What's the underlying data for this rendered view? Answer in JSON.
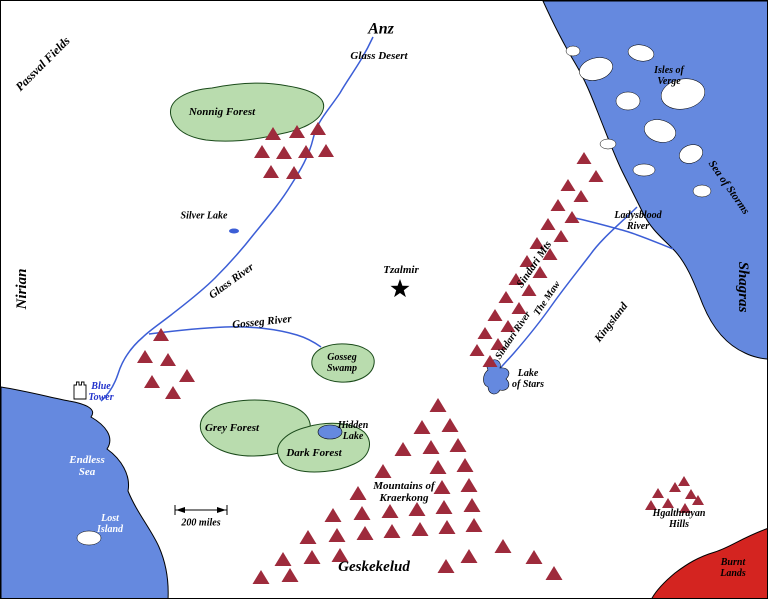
{
  "colors": {
    "sea": "#6589df",
    "forest": "#b9dcae",
    "burnt": "#d42420",
    "river": "#3c5ed6",
    "mountain": "#9e2b3c"
  },
  "labels": {
    "passval_fields": "Passval Fields",
    "nirian": "Nirian",
    "anz": "Anz",
    "glass_desert": "Glass Desert",
    "nonnig_forest": "Nonnig Forest",
    "silver_lake": "Silver Lake",
    "glass_river": "Glass River",
    "gosseg_river": "Gosseg  River",
    "tzalmir": "Tzalmir",
    "gosseg_swamp_1": "Gosseg",
    "gosseg_swamp_2": "Swamp",
    "grey_forest": "Grey Forest",
    "dark_forest": "Dark Forest",
    "hidden_lake_1": "Hidden",
    "hidden_lake_2": "Lake",
    "blue_tower_1": "Blue",
    "blue_tower_2": "Tower",
    "endless_sea_1": "Endless",
    "endless_sea_2": "Sea",
    "lost_island_1": "Lost",
    "lost_island_2": "Island",
    "sea_of_storms": "Sea of Storms",
    "isles_of_verge_1": "Isles of",
    "isles_of_verge_2": "Verge",
    "shagras": "Shagras",
    "ladysblood_river_1": "Ladysblood",
    "ladysblood_river_2": "River",
    "sindari_mts": "Sindari Mts",
    "the_maw": "The Maw",
    "sindari_river": "Sindari  River",
    "kingsland": "Kingsland",
    "lake_of_stars_1": "Lake",
    "lake_of_stars_2": "of Stars",
    "mountains_of_kraerkong_1": "Mountains of",
    "mountains_of_kraerkong_2": "Kraerkong",
    "geskekelud": "Geskekelud",
    "scale": "200 miles",
    "hgalthrayan_hills_1": "Hgalthrayan",
    "hgalthrayan_hills_2": "Hills",
    "burnt_lands_1": "Burnt",
    "burnt_lands_2": "Lands"
  },
  "mountains": {
    "clusters": [
      {
        "name": "nonnig-range",
        "size": 16,
        "points": [
          [
            272,
            139
          ],
          [
            296,
            137
          ],
          [
            317,
            134
          ],
          [
            261,
            157
          ],
          [
            283,
            158
          ],
          [
            305,
            157
          ],
          [
            325,
            156
          ],
          [
            270,
            177
          ],
          [
            293,
            178
          ]
        ]
      },
      {
        "name": "west-range",
        "size": 16,
        "points": [
          [
            160,
            340
          ],
          [
            144,
            362
          ],
          [
            167,
            365
          ],
          [
            186,
            381
          ],
          [
            151,
            387
          ],
          [
            172,
            398
          ]
        ]
      },
      {
        "name": "sindari-range",
        "size": 15,
        "points": [
          [
            583,
            163
          ],
          [
            595,
            181
          ],
          [
            567,
            190
          ],
          [
            580,
            201
          ],
          [
            557,
            210
          ],
          [
            571,
            222
          ],
          [
            547,
            229
          ],
          [
            560,
            241
          ],
          [
            536,
            248
          ],
          [
            549,
            259
          ],
          [
            526,
            266
          ],
          [
            539,
            277
          ],
          [
            515,
            284
          ],
          [
            528,
            295
          ],
          [
            505,
            302
          ],
          [
            518,
            313
          ],
          [
            494,
            320
          ],
          [
            507,
            331
          ],
          [
            484,
            338
          ],
          [
            497,
            349
          ],
          [
            476,
            355
          ],
          [
            489,
            366
          ]
        ]
      },
      {
        "name": "kraerkong-range",
        "size": 17,
        "points": [
          [
            437,
            411
          ],
          [
            421,
            433
          ],
          [
            449,
            431
          ],
          [
            402,
            455
          ],
          [
            430,
            453
          ],
          [
            457,
            451
          ],
          [
            382,
            477
          ],
          [
            437,
            473
          ],
          [
            464,
            471
          ],
          [
            357,
            499
          ],
          [
            441,
            493
          ],
          [
            468,
            491
          ],
          [
            332,
            521
          ],
          [
            361,
            519
          ],
          [
            389,
            517
          ],
          [
            416,
            515
          ],
          [
            443,
            513
          ],
          [
            471,
            511
          ],
          [
            307,
            543
          ],
          [
            336,
            541
          ],
          [
            364,
            539
          ],
          [
            391,
            537
          ],
          [
            419,
            535
          ],
          [
            446,
            533
          ],
          [
            473,
            531
          ],
          [
            282,
            565
          ],
          [
            311,
            563
          ],
          [
            339,
            561
          ],
          [
            260,
            583
          ],
          [
            289,
            581
          ],
          [
            445,
            572
          ],
          [
            468,
            562
          ],
          [
            502,
            552
          ],
          [
            533,
            563
          ],
          [
            553,
            579
          ]
        ]
      },
      {
        "name": "hgalthrayan-hills",
        "size": 12,
        "points": [
          [
            657,
            497
          ],
          [
            674,
            491
          ],
          [
            683,
            485
          ],
          [
            690,
            498
          ],
          [
            650,
            509
          ],
          [
            667,
            507
          ],
          [
            684,
            512
          ],
          [
            697,
            504
          ]
        ]
      }
    ]
  }
}
